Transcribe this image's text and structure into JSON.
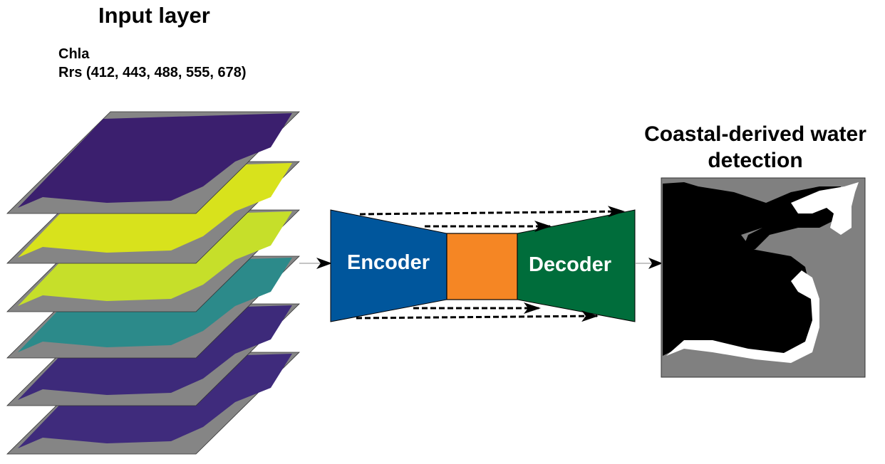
{
  "input": {
    "title": "Input layer",
    "bands": [
      "Chla",
      "Rrs (412, 443, 488, 555, 678)"
    ],
    "layer_colors": [
      "#3b1f6e",
      "#d8e21c",
      "#c6df2a",
      "#2c8a8a",
      "#3d2a7a",
      "#3f2b7c"
    ]
  },
  "model": {
    "encoder_label": "Encoder",
    "decoder_label": "Decoder",
    "encoder_color": "#00569c",
    "bottleneck_color": "#f58624",
    "decoder_color": "#006d3b"
  },
  "output": {
    "title_line1": "Coastal-derived water",
    "title_line2": "detection"
  }
}
